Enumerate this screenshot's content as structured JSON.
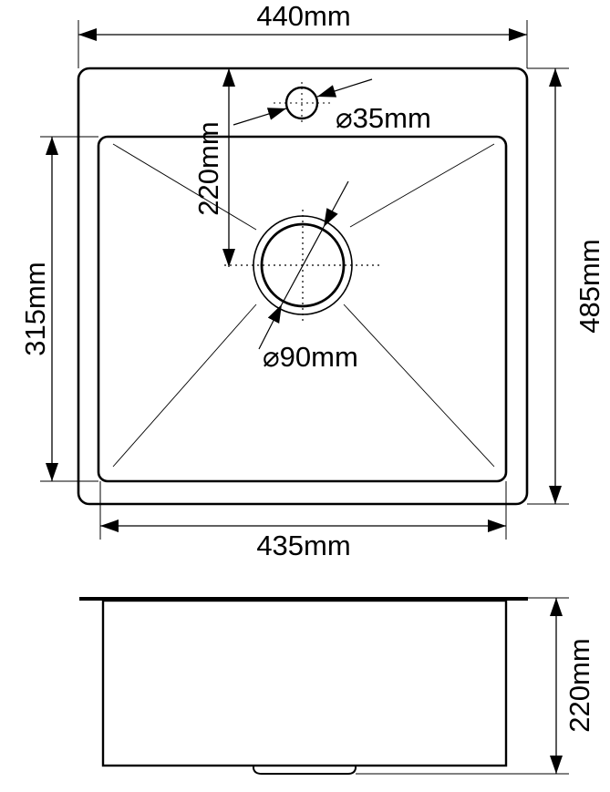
{
  "diagram": {
    "type": "technical-drawing",
    "subject": "kitchen sink dimensions",
    "colors": {
      "line": "#000000",
      "background": "#ffffff"
    },
    "top_view": {
      "overall_width": "440mm",
      "overall_length": "485mm",
      "bowl_width": "435mm",
      "bowl_length": "315mm",
      "drain_offset": "220mm",
      "faucet_hole_diameter": "⌀35mm",
      "drain_diameter": "⌀90mm"
    },
    "side_view": {
      "depth": "220mm"
    }
  }
}
